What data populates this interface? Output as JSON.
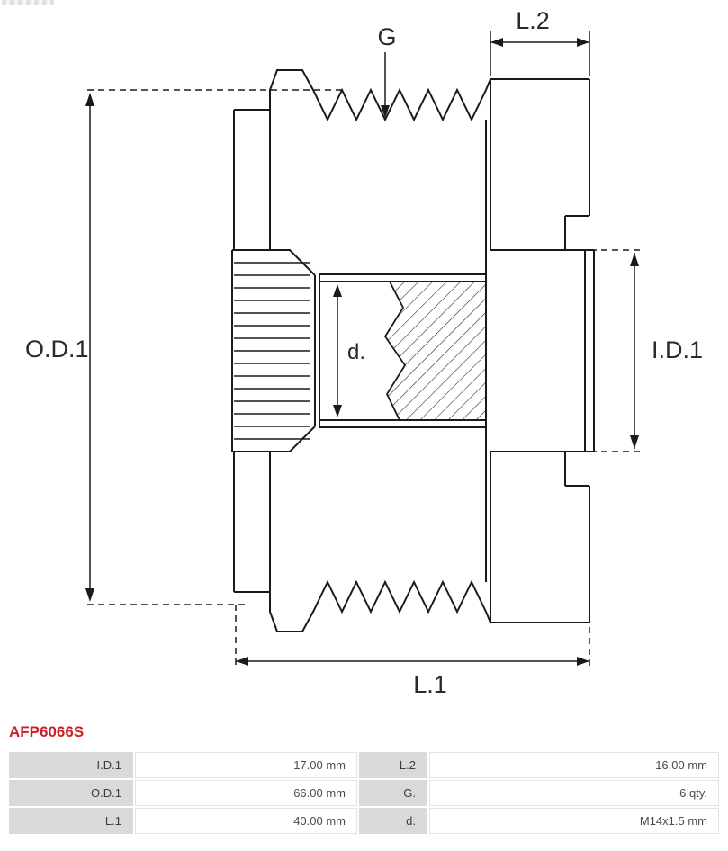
{
  "part_number": "AFP6066S",
  "colors": {
    "part_number_red": "#cb2026",
    "drawing_line": "#1a1a1a",
    "table_label_bg": "#d9d9d9"
  },
  "diagram": {
    "labels": {
      "od1": "O.D.1",
      "id1": "I.D.1",
      "l1": "L.1",
      "l2": "L.2",
      "g": "G",
      "d": "d."
    },
    "groove_count": 6
  },
  "spec_table": {
    "rows": [
      {
        "c1": "I.D.1",
        "c2": "17.00 mm",
        "c3": "L.2",
        "c4": "16.00 mm"
      },
      {
        "c1": "O.D.1",
        "c2": "66.00 mm",
        "c3": "G.",
        "c4": "6 qty."
      },
      {
        "c1": "L.1",
        "c2": "40.00 mm",
        "c3": "d.",
        "c4": "M14x1.5 mm"
      }
    ]
  }
}
